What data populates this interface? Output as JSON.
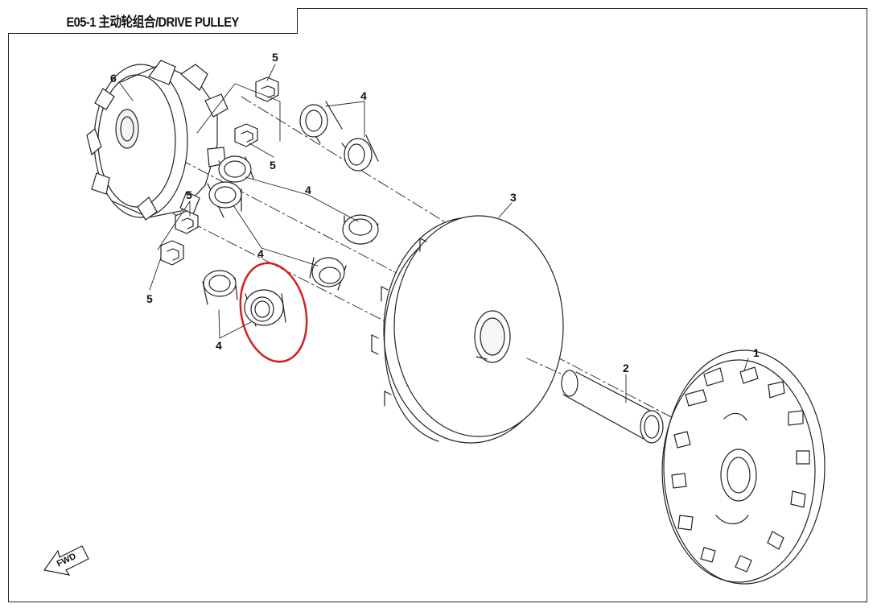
{
  "title": "E05-1 主动轮组合/DRIVE PULLEY",
  "callouts": {
    "c1": "1",
    "c2": "2",
    "c3": "3",
    "c4a": "4",
    "c4b": "4",
    "c4c": "4",
    "c4d": "4",
    "c5a": "5",
    "c5b": "5",
    "c5c": "5",
    "c5d": "5",
    "c6": "6"
  },
  "fwd_label": "FWD",
  "highlight_color": "#d42020"
}
